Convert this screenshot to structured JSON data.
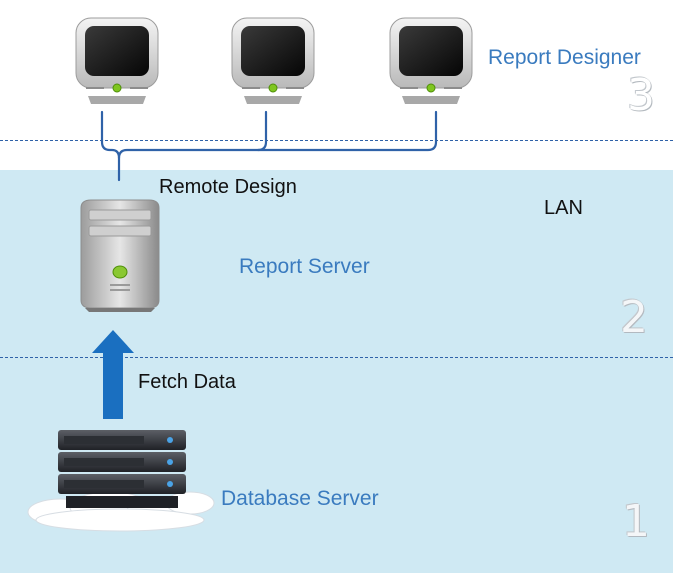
{
  "colors": {
    "lan_band": "#cfe9f3",
    "dash": "#2f62a8",
    "connector": "#2f62a8",
    "arrow": "#1a6fc0",
    "label_blue": "#3a7bbf"
  },
  "tiers": [
    {
      "number": "3",
      "title": "Report Designer"
    },
    {
      "number": "2",
      "title": "Report Server"
    },
    {
      "number": "1",
      "title": "Database Server"
    }
  ],
  "labels": {
    "remote_design": "Remote Design",
    "lan": "LAN",
    "fetch_data": "Fetch Data"
  },
  "icons": [
    "monitor-icon",
    "monitor-icon",
    "monitor-icon",
    "server-tower-icon",
    "server-rack-icon",
    "cloud-icon",
    "up-arrow-icon"
  ]
}
